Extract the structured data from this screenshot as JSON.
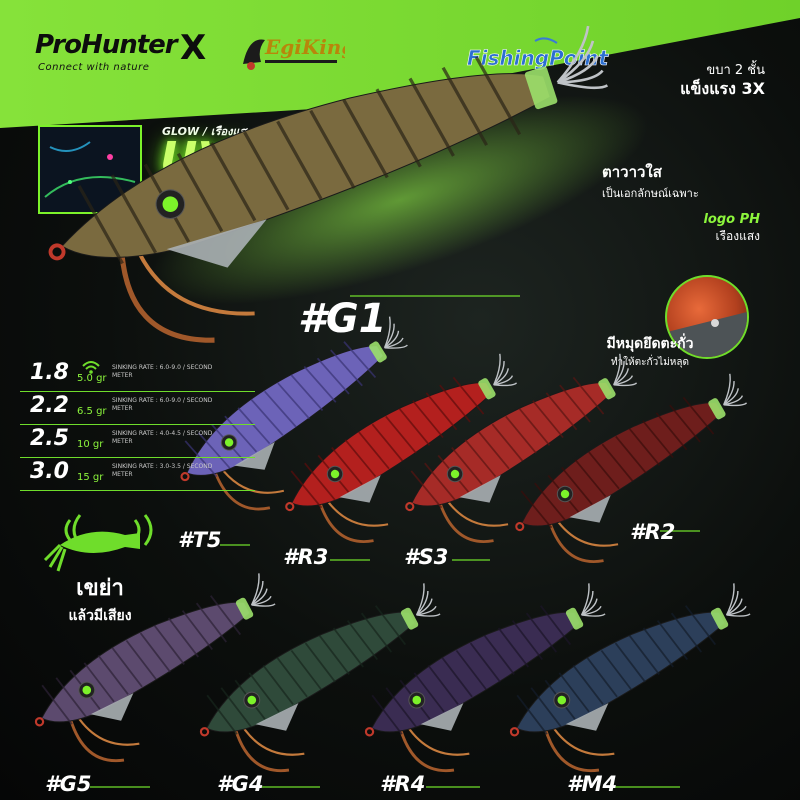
{
  "brand": {
    "prohunter": "ProHunter",
    "prohunter_tagline": "Connect with nature",
    "x_mark": "X",
    "egiking": "EgiKing",
    "fishingpoint": "FishingPoint"
  },
  "features": {
    "glow_label": "GLOW / เรืองแสง",
    "uv": "UV",
    "claw_line1": "ขบา 2 ชั้น",
    "claw_line2": "แข็งแรง 3X",
    "eye_line1": "ตาวาวใส",
    "eye_line2": "เป็นเอกลักษณ์เฉพาะ",
    "logo_ph": "logo PH",
    "logo_ph_glow": "เรืองแสง",
    "lead_line1": "มีหมุดยึดตะกั่ว",
    "lead_line2": "ทำให้ตะกั่วไม่หลุด",
    "shake_line1": "เขย่า",
    "shake_line2": "แล้วมีเสียง"
  },
  "sinking_rates": [
    {
      "size": "1.8",
      "weight": "5.0 gr",
      "rate": "SINKING RATE : 6.0-9.0 / SECOND METER"
    },
    {
      "size": "2.2",
      "weight": "6.5 gr",
      "rate": "SINKING RATE : 6.0-9.0 / SECOND METER"
    },
    {
      "size": "2.5",
      "weight": "10 gr",
      "rate": "SINKING RATE : 4.0-4.5 / SECOND METER"
    },
    {
      "size": "3.0",
      "weight": "15 gr",
      "rate": "SINKING RATE : 3.0-3.5 / SECOND METER"
    }
  ],
  "colors": {
    "accent": "#6fdd2b",
    "glow": "#caff6a"
  },
  "lures": [
    {
      "code": "#G1",
      "body": "#7a6a3f",
      "stripe": "#2a2417"
    },
    {
      "code": "#T5",
      "body": "#6c63b8",
      "stripe": "#3a3475"
    },
    {
      "code": "#R3",
      "body": "#b3201e",
      "stripe": "#5e0d0c"
    },
    {
      "code": "#S3",
      "body": "#a62b27",
      "stripe": "#5a1512"
    },
    {
      "code": "#R2",
      "body": "#6e1e1c",
      "stripe": "#3a0d0b"
    },
    {
      "code": "#G5",
      "body": "#5c4a6e",
      "stripe": "#2d2236"
    },
    {
      "code": "#G4",
      "body": "#2f4a3a",
      "stripe": "#17261d"
    },
    {
      "code": "#R4",
      "body": "#3a2c52",
      "stripe": "#1c1528"
    },
    {
      "code": "#M4",
      "body": "#2c3f5a",
      "stripe": "#141d2b"
    }
  ]
}
